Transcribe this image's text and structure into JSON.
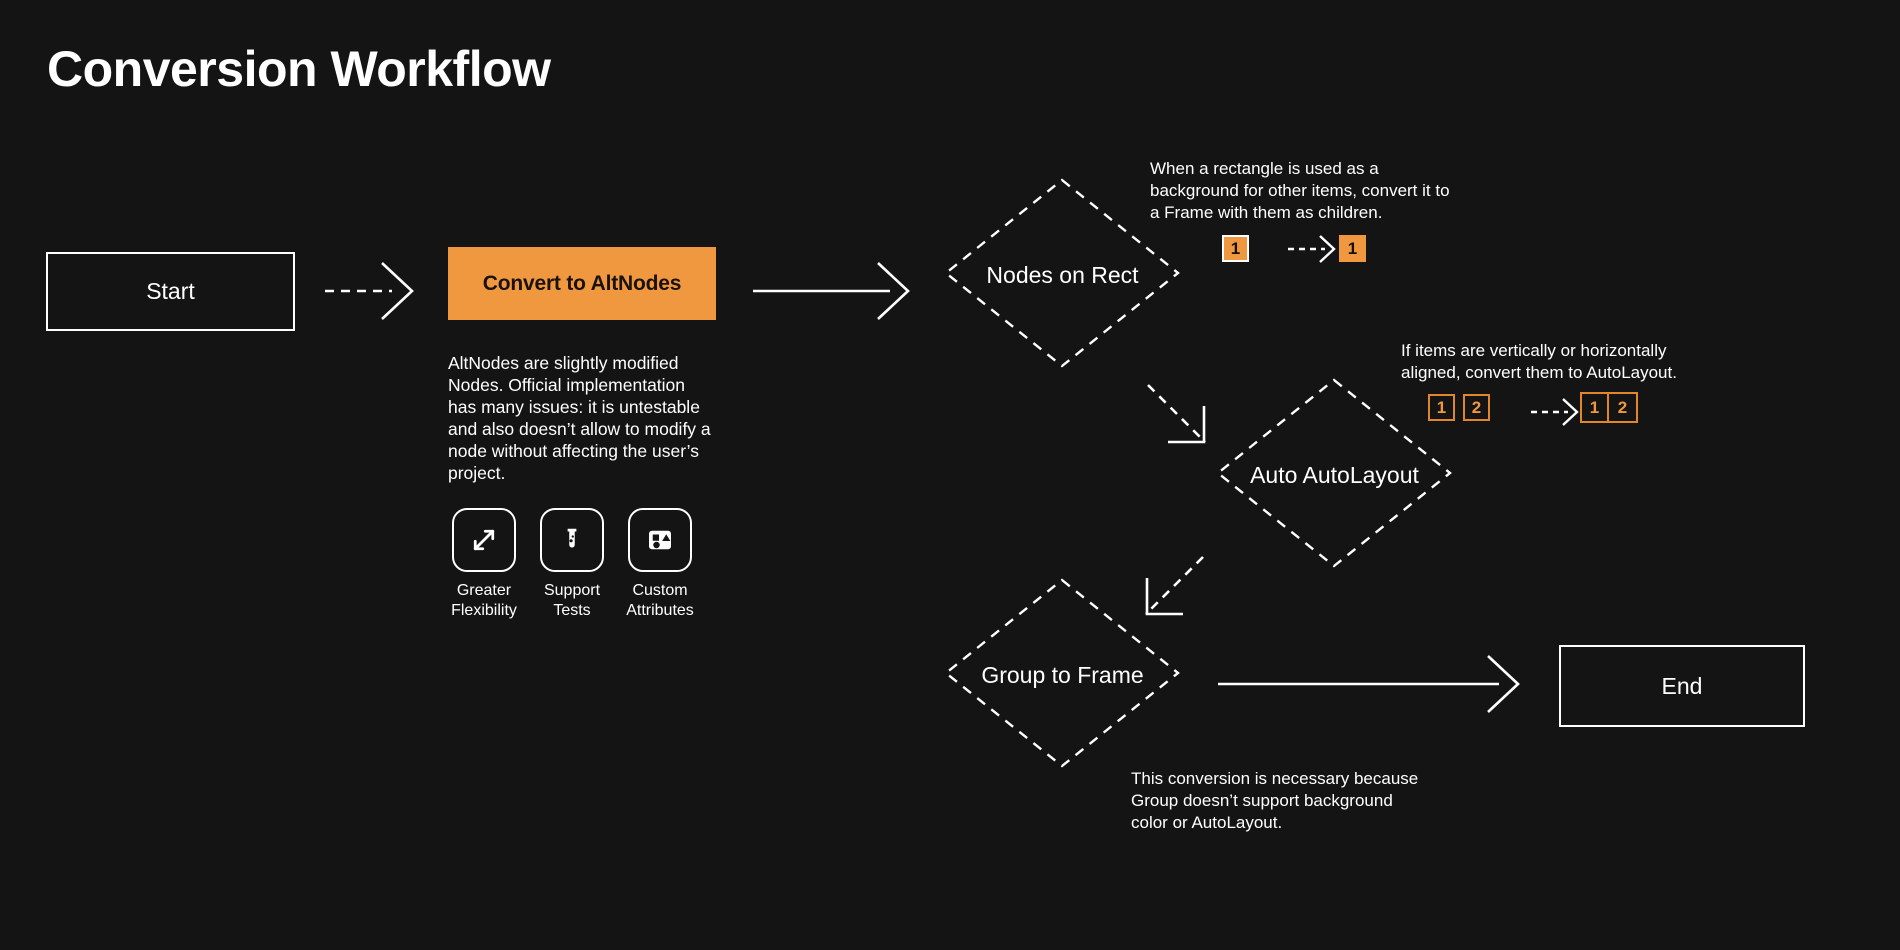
{
  "page": {
    "title": "Conversion Workflow",
    "background": "#141414",
    "accent": "#f0983f",
    "accent_border": "#e2862a",
    "text_color": "#ffffff"
  },
  "nodes": {
    "start": {
      "label": "Start",
      "shape": "rectangle"
    },
    "convert": {
      "label": "Convert to AltNodes",
      "shape": "rectangle",
      "fill": "#f0983f"
    },
    "nodes_on_rect": {
      "label": "Nodes on Rect",
      "shape": "diamond"
    },
    "auto_autolayout": {
      "label": "Auto AutoLayout",
      "shape": "diamond"
    },
    "group_to_frame": {
      "label": "Group to Frame",
      "shape": "diamond"
    },
    "end": {
      "label": "End",
      "shape": "rectangle"
    }
  },
  "altnodes": {
    "description": "AltNodes are slightly modified Nodes. Official implementation has many issues: it is untestable and also doesn’t allow to modify a node without affecting the user’s project.",
    "features": [
      {
        "icon": "expand-arrows-icon",
        "label": "Greater\nFlexibility"
      },
      {
        "icon": "test-tube-icon",
        "label": "Support\nTests"
      },
      {
        "icon": "shapes-icon",
        "label": "Custom\nAttributes"
      }
    ]
  },
  "annotations": {
    "nodes_on_rect": "When a rectangle is used as a background for other items, convert it to a Frame with them as children.",
    "auto_autolayout": "If items are vertically or horizontally aligned, convert them to AutoLayout.",
    "group_to_frame": "This conversion is necessary because Group doesn’t support background color or AutoLayout."
  },
  "badge_demos": {
    "nodes_on_rect": {
      "before": [
        {
          "label": "1",
          "style": "solid-bordered"
        }
      ],
      "after": [
        {
          "label": "1",
          "style": "solid"
        }
      ],
      "grouped_after": false
    },
    "auto_autolayout": {
      "before": [
        {
          "label": "1",
          "style": "outline"
        },
        {
          "label": "2",
          "style": "outline"
        }
      ],
      "after": [
        {
          "label": "1",
          "style": "outline"
        },
        {
          "label": "2",
          "style": "outline"
        }
      ],
      "grouped_after": true
    }
  },
  "edges": [
    {
      "from": "start",
      "to": "convert",
      "style": "dashed"
    },
    {
      "from": "convert",
      "to": "nodes_on_rect",
      "style": "solid"
    },
    {
      "from": "nodes_on_rect",
      "to": "auto_autolayout",
      "style": "dashed"
    },
    {
      "from": "auto_autolayout",
      "to": "group_to_frame",
      "style": "dashed"
    },
    {
      "from": "group_to_frame",
      "to": "end",
      "style": "solid"
    }
  ]
}
